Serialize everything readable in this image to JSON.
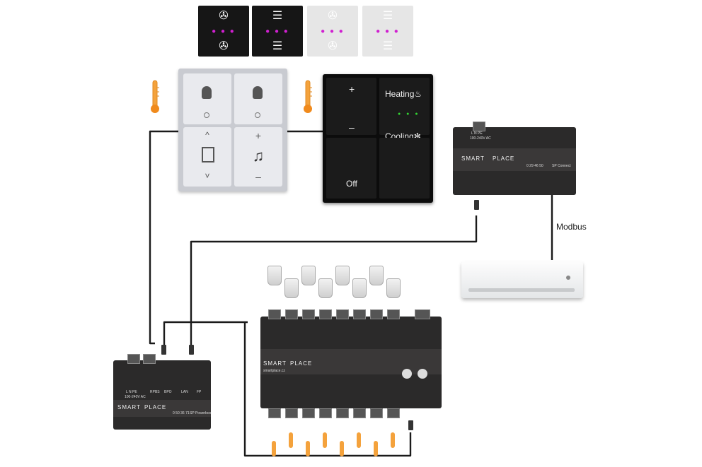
{
  "keypads": {
    "black": {
      "plus": "+",
      "minus": "–",
      "heating": "Heating♨",
      "cooling": "Cooling✻",
      "off": "Off"
    },
    "white": {
      "up": "^",
      "down": "˅",
      "plus": "+",
      "minus": "–"
    }
  },
  "labels": {
    "modbus": "Modbus"
  },
  "modules": {
    "brand": "SMART",
    "brand_suffix": "PLACE",
    "power": "L N PE",
    "voltage": "100-240V AC",
    "gateway_name": "SP Connect",
    "gateway_code": "0 29 46 50",
    "controller_name": "SP Powerbox",
    "controller_code": "0 50 36 71",
    "ports_labels": [
      "RPBS",
      "BPO",
      "LAN",
      "FP"
    ],
    "relay_site": "smartplace.cz"
  },
  "icons": [
    "fan-icon",
    "blind-icon",
    "bulb-icon",
    "music-icon",
    "thermometer-icon",
    "dimmer-icon",
    "ac-unit-icon"
  ]
}
